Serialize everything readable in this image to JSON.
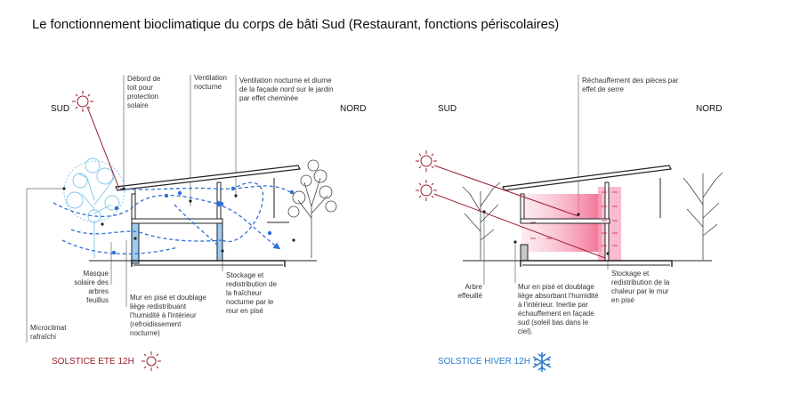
{
  "title": "Le fonctionnement bioclimatique du corps de bâti Sud (Restaurant, fonctions périscolaires)",
  "summer": {
    "sud": "SUD",
    "nord": "NORD",
    "labels": {
      "debord": "Débord de\ntoit pour\nprotection\nsolaire",
      "ventilation": "Ventilation\nnocturne",
      "ventilation_nord": "Ventilation nocturne et diurne\nde la façade nord sur le jardin\npar effet cheminée",
      "masque": "Masque\nsolaire des\narbres\nfeuillus",
      "mur": "Mur en pisé et doublage\nliège redistribuant\nl'humidité à l'intérieur\n(refroidissement\nnocturne)",
      "stockage": "Stockage et\nredistribution de\nla fraîcheur\nnocturne par le\nmur en pisé",
      "microclimat": "Microclimat\nrafraîchi"
    },
    "solstice": "SOLSTICE ETE 12H",
    "solstice_color": "#9b1c2c",
    "icon": "sun-icon"
  },
  "winter": {
    "sud": "SUD",
    "nord": "NORD",
    "labels": {
      "rechauffement": "Réchauffement des pièces par\neffet de serre",
      "arbre": "Arbre\neffeuillé",
      "mur": "Mur en pisé et doublage\nliège absorbant l'humidité\nà l'intérieur. Inertie par\néchauffement en façade\nsud (soleil bas dans le\nciel).",
      "stockage": "Stockage et\nredistribution de la\nchaleur par le mur\nen pisé"
    },
    "solstice": "SOLSTICE HIVER 12H",
    "solstice_color": "#2a7bd1",
    "icon": "snowflake-icon"
  },
  "colors": {
    "air_flow": "#2f6fd6",
    "sun": "#9b1c2c",
    "heat": "#e8356b",
    "tree_summer": "#7cc6ea"
  }
}
